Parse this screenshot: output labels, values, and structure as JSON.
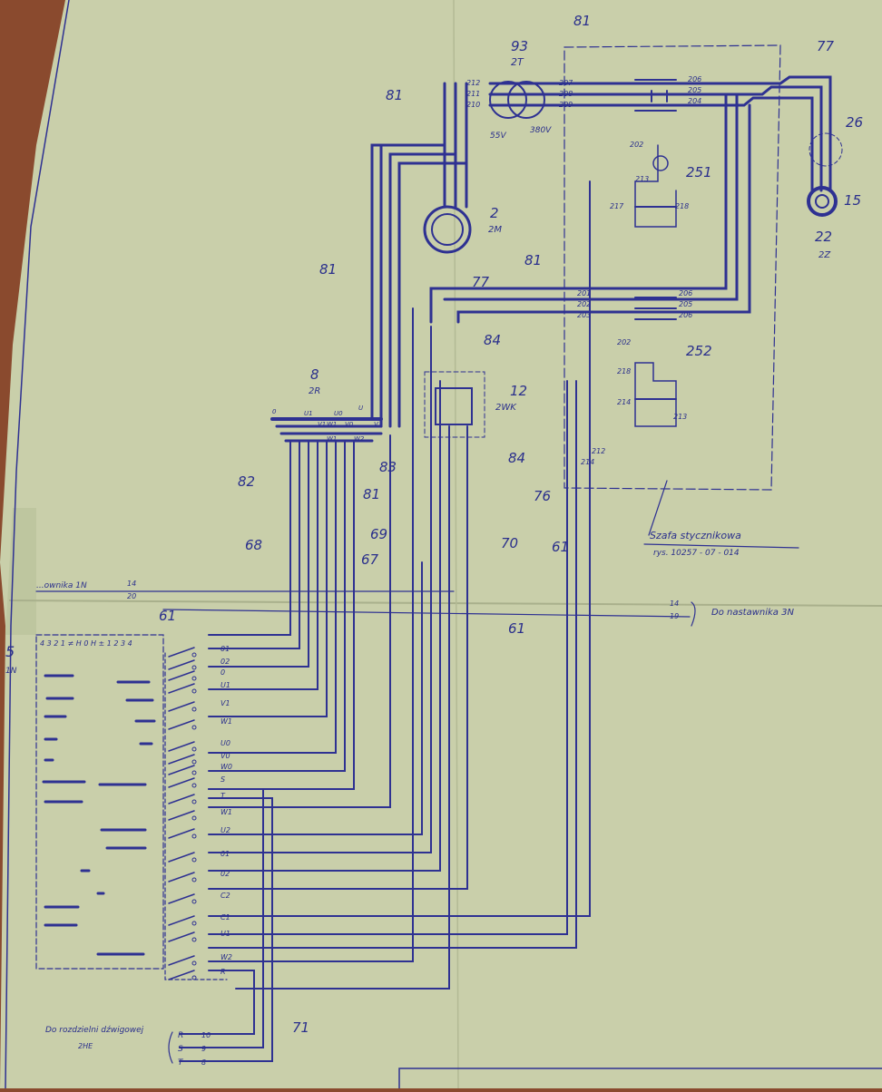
{
  "colors": {
    "paper": "#c9cfaa",
    "paper_edge": "#b9c19a",
    "ink": "#2e3192",
    "background": "#8a4a2e"
  },
  "labels": {
    "l81a": "81",
    "l93": "93",
    "l2T": "2T",
    "l81b": "81",
    "l77a": "77",
    "w212": "212",
    "w211": "211",
    "w210": "210",
    "w207": "207",
    "w208": "208",
    "w209": "209",
    "w206a": "206",
    "w205a": "205",
    "w204a": "204",
    "l26": "26",
    "l15": "15",
    "l22": "22",
    "l2Z": "2Z",
    "v55": "55V",
    "v380": "380V",
    "l2": "2",
    "l2M": "2M",
    "l251": "251",
    "w202a": "202",
    "w213": "213",
    "w217": "217",
    "w218": "218",
    "l81c": "81",
    "l77b": "77",
    "l81d": "81",
    "w201": "201",
    "w202b": "202",
    "w203": "203",
    "w206b": "206",
    "w205b": "205",
    "w206c": "206",
    "l84a": "84",
    "l252": "252",
    "w202c": "202",
    "w218b": "218",
    "w214": "214",
    "w213b": "213",
    "l8": "8",
    "l2R": "2R",
    "l12": "12",
    "l2WK": "2WK",
    "l82": "82",
    "l81e": "81",
    "l83": "83",
    "l84b": "84",
    "w214v": "214",
    "w212v": "212",
    "l76": "76",
    "l68": "68",
    "l67": "67",
    "l69": "69",
    "l70": "70",
    "l61a": "61",
    "l61b": "61",
    "l61c": "61",
    "szafa1": "Szafa stycznikowa",
    "szafa2": "rys. 10257 - 07 - 014",
    "nast1N": "...ownika 1N",
    "n14a": "14",
    "n20": "20",
    "n14b": "14",
    "n19": "19",
    "nast3N": "Do nastawnika 3N",
    "l5": "5",
    "l1N": "1N",
    "head": "4 3 2 1 ≠ H 0 H ± 1 2 3 4",
    "l71": "71",
    "rozd1": "Do rozdzielni dźwigowej",
    "rozd2": "2HE",
    "R": "R",
    "S": "S",
    "T": "T",
    "n10": "10",
    "n9": "9",
    "n8": "8"
  },
  "terminals": [
    "01",
    "02",
    "0",
    "U1",
    "V1",
    "W1",
    "U0",
    "V0",
    "W0",
    "S",
    "T",
    "W1",
    "U2",
    "01",
    "02",
    "C2",
    "C1",
    "U1",
    "W2",
    "R"
  ],
  "resistor_taps": [
    "0",
    "U1",
    "V1",
    "W1",
    "U0",
    "V0",
    "W1",
    "W2",
    "U",
    "V"
  ]
}
